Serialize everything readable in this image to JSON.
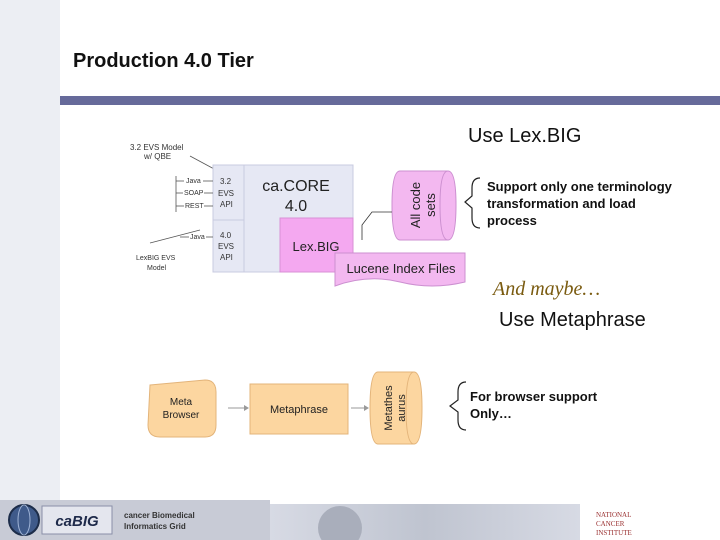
{
  "slide": {
    "title": "Production 4.0 Tier",
    "lexbig_heading": "Use Lex.BIG",
    "lexbig_note": [
      "Support only one terminology",
      "transformation and load",
      "process"
    ],
    "maybe": "And maybe…",
    "metaphrase_heading": "Use Metaphrase",
    "browser_note": [
      "For browser support",
      "Only…"
    ]
  },
  "diagram_top": {
    "evs_model_label": [
      "3.2 EVS Model",
      "w/ QBE"
    ],
    "left_labels": [
      "Java",
      "SOAP",
      "REST",
      "Java"
    ],
    "lexbig_evs_model": [
      "LexBIG EVS",
      "Model"
    ],
    "evs32_api": [
      "3.2",
      "EVS",
      "API"
    ],
    "evs40_api": [
      "4.0",
      "EVS",
      "API"
    ],
    "cacore": [
      "ca.CORE",
      "4.0"
    ],
    "lexbig_box": "Lex.BIG",
    "lucene": "Lucene Index Files",
    "all_code_sets": [
      "All code",
      "sets"
    ]
  },
  "diagram_bottom": {
    "meta_browser": [
      "Meta",
      "Browser"
    ],
    "metaphrase": "Metaphrase",
    "metathesaurus": [
      "Metathes",
      "aurus"
    ]
  },
  "footer": {
    "logo": "caBIG",
    "subtitle": [
      "cancer Biomedical",
      "Informatics Grid"
    ],
    "nci": [
      "NATIONAL",
      "CANCER",
      "INSTITUTE"
    ]
  },
  "colors": {
    "title_rule": "#666a9a",
    "api_box": "#e6e8f4",
    "pink": "#f3b8f0",
    "lexbig_pink": "#f4a8f0",
    "orange": "#fcd6a0",
    "maybe_text": "#7a5b10"
  }
}
